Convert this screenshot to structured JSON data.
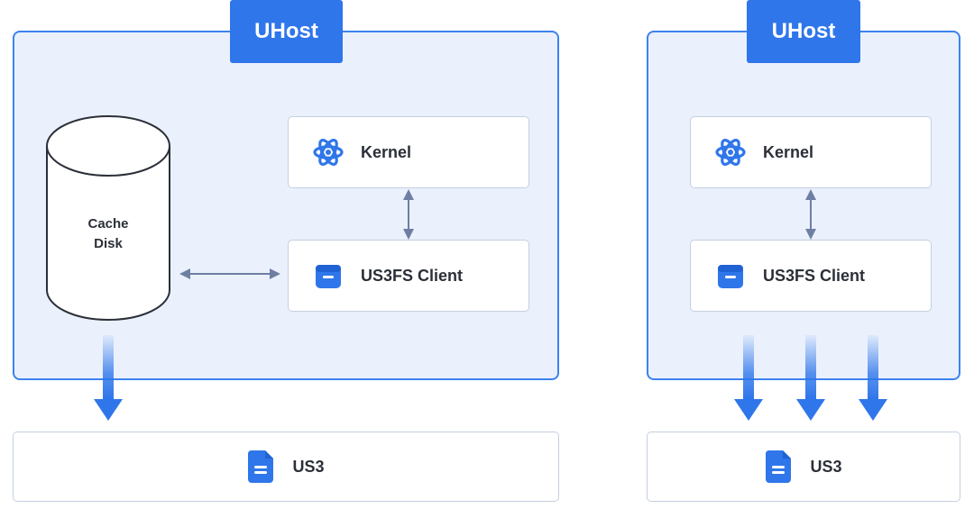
{
  "left_host": {
    "title": "UHost",
    "cache_disk": {
      "line1": "Cache",
      "line2": "Disk"
    },
    "kernel_label": "Kernel",
    "client_label": "US3FS Client"
  },
  "right_host": {
    "title": "UHost",
    "kernel_label": "Kernel",
    "client_label": "US3FS Client"
  },
  "left_storage_label": "US3",
  "right_storage_label": "US3",
  "colors": {
    "frame_border": "#3d82f0",
    "frame_fill": "#eaf1fd",
    "accent": "#2f76ea",
    "connector": "#6f7fa3"
  }
}
